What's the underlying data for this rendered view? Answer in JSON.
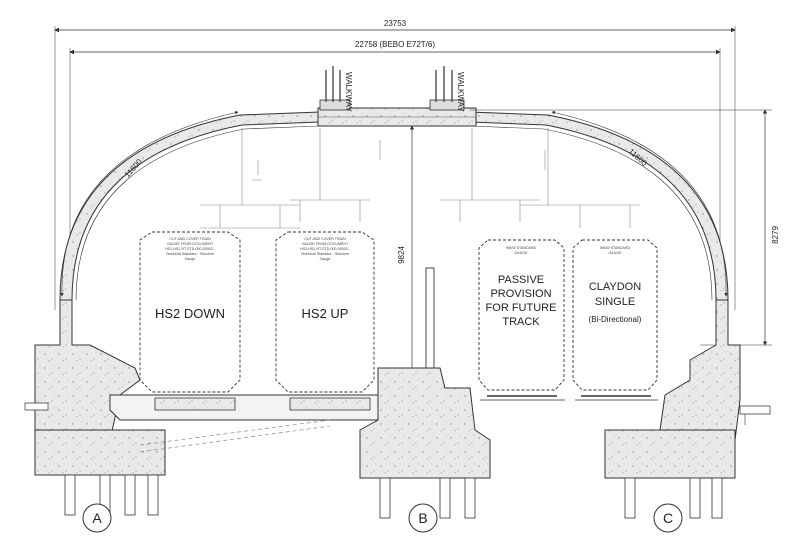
{
  "dimensions": {
    "overall_width": "23753",
    "inner_width": "22758 (BEBO E72T/6)",
    "arch_left": "11600",
    "arch_right": "11600",
    "arch_height": "8279",
    "clear_height": "9824"
  },
  "walkways": {
    "left": "WALKWAY",
    "right": "WALKWAY"
  },
  "tracks": [
    {
      "name": "HS2 DOWN",
      "note": [
        "CUT AND COVER TRAIN",
        "GAUGE FROM DOCUMENT",
        "HS2-HS2-RT-STD-000-00003 -",
        "Technical Standard - Structure",
        "Gauge"
      ]
    },
    {
      "name": "HS2 UP",
      "note": [
        "CUT AND COVER TRAIN",
        "GAUGE FROM DOCUMENT",
        "HS2-HS2-RT-STD-000-00003 -",
        "Technical Standard - Structure",
        "Gauge"
      ]
    },
    {
      "name": [
        "PASSIVE",
        "PROVISION",
        "FOR FUTURE",
        "TRACK"
      ],
      "note": [
        "W6/W STANDARD",
        "GAUGE"
      ]
    },
    {
      "name": [
        "CLAYDON",
        "SINGLE",
        "(Bi-Directional)"
      ],
      "note": [
        "W6/W STANDARD",
        "GAUGE"
      ]
    }
  ],
  "grid_markers": [
    "A",
    "B",
    "C"
  ]
}
